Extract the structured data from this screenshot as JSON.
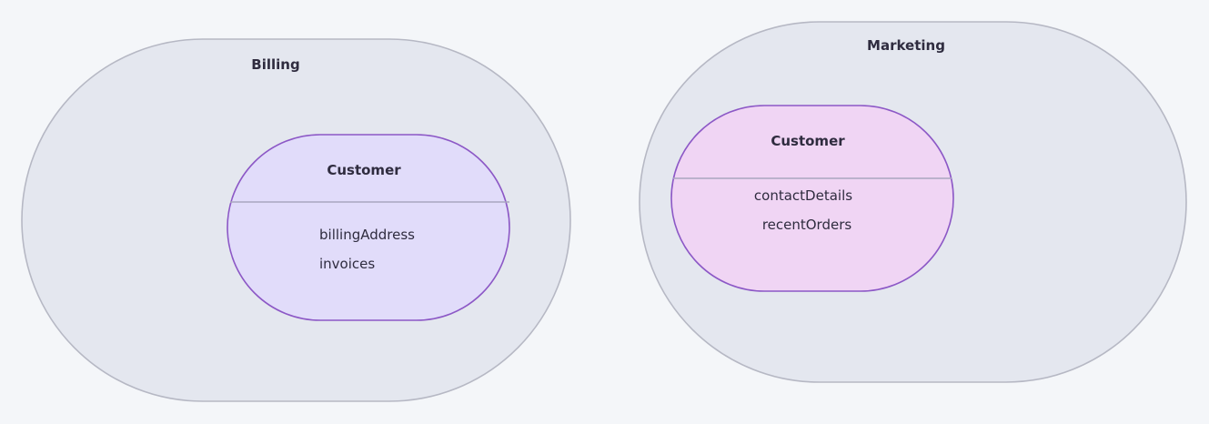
{
  "contexts": {
    "billing": {
      "title": "Billing",
      "entity": {
        "title": "Customer",
        "attributes": [
          "billingAddress",
          "invoices"
        ]
      }
    },
    "marketing": {
      "title": "Marketing",
      "entity": {
        "title": "Customer",
        "attributes": [
          "contactDetails",
          "recentOrders"
        ]
      }
    }
  },
  "colors": {
    "background": "#f4f6f9",
    "context_fill": "#e4e7ef",
    "context_stroke": "#b6b8c4",
    "billing_entity_fill": "#e1dcfa",
    "marketing_entity_fill": "#f0d5f4",
    "entity_stroke": "#8c58c6",
    "text": "#2f2c3f"
  }
}
